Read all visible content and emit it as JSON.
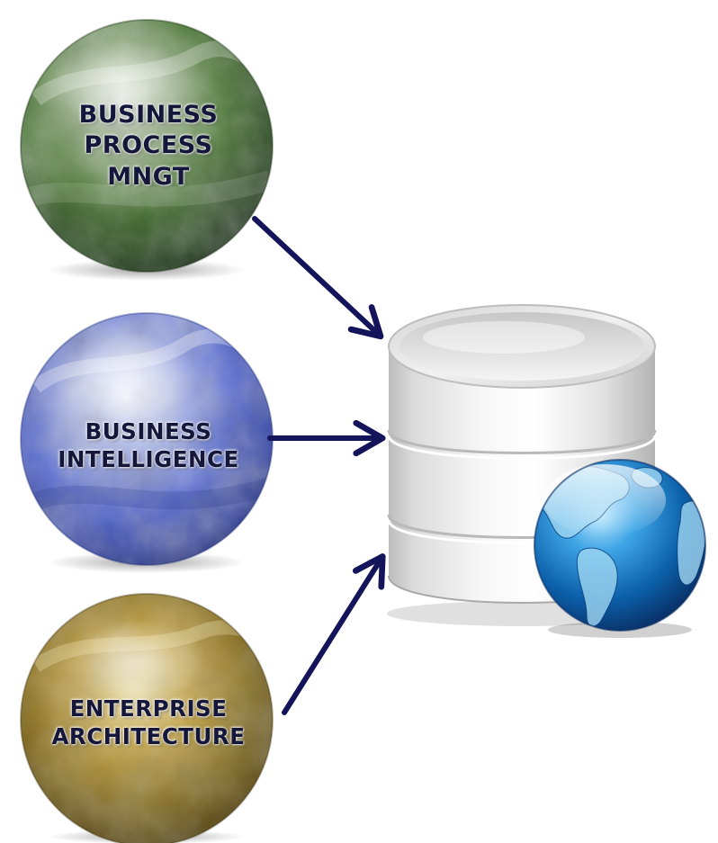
{
  "diagram": {
    "nodes": [
      {
        "id": "bpm",
        "lines": [
          "BUSINESS",
          "PROCESS",
          "MNGT"
        ],
        "color": "#3f6b2a"
      },
      {
        "id": "bi",
        "lines": [
          "BUSINESS",
          "INTELLIGENCE"
        ],
        "color": "#4a5fc4"
      },
      {
        "id": "ea",
        "lines": [
          "ENTERPRISE",
          "ARCHITECTURE"
        ],
        "color": "#8a7420"
      }
    ],
    "target": {
      "icon": "database-globe-icon"
    },
    "arrow_color": "#14145a"
  }
}
